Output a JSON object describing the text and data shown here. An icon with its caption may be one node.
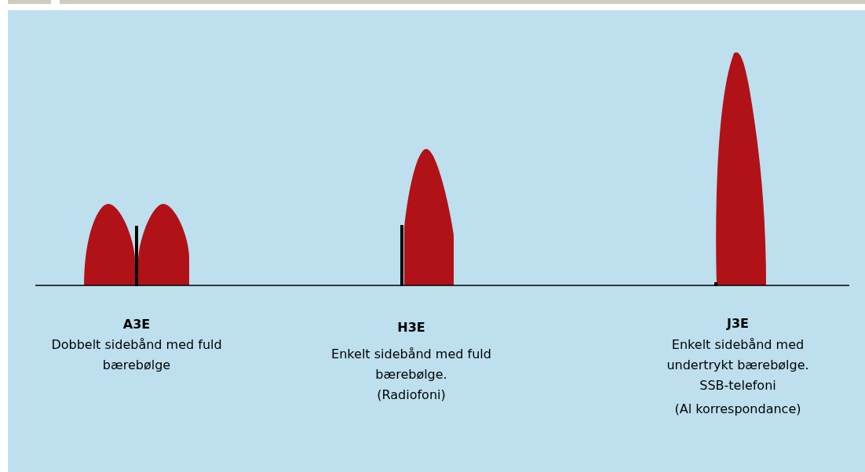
{
  "diagram": {
    "labels": [
      "A3E",
      "Dobbelt sidebånd med fuld bærebølge",
      "H3E",
      "Enkelt sidebånd med fuld bærebølge.",
      "(Radiofoni)",
      "J3E",
      "Enkelt sidebånd med undertrykt bærebølge.",
      "SSB-telefoni",
      "(Al korrespondance)"
    ]
  }
}
